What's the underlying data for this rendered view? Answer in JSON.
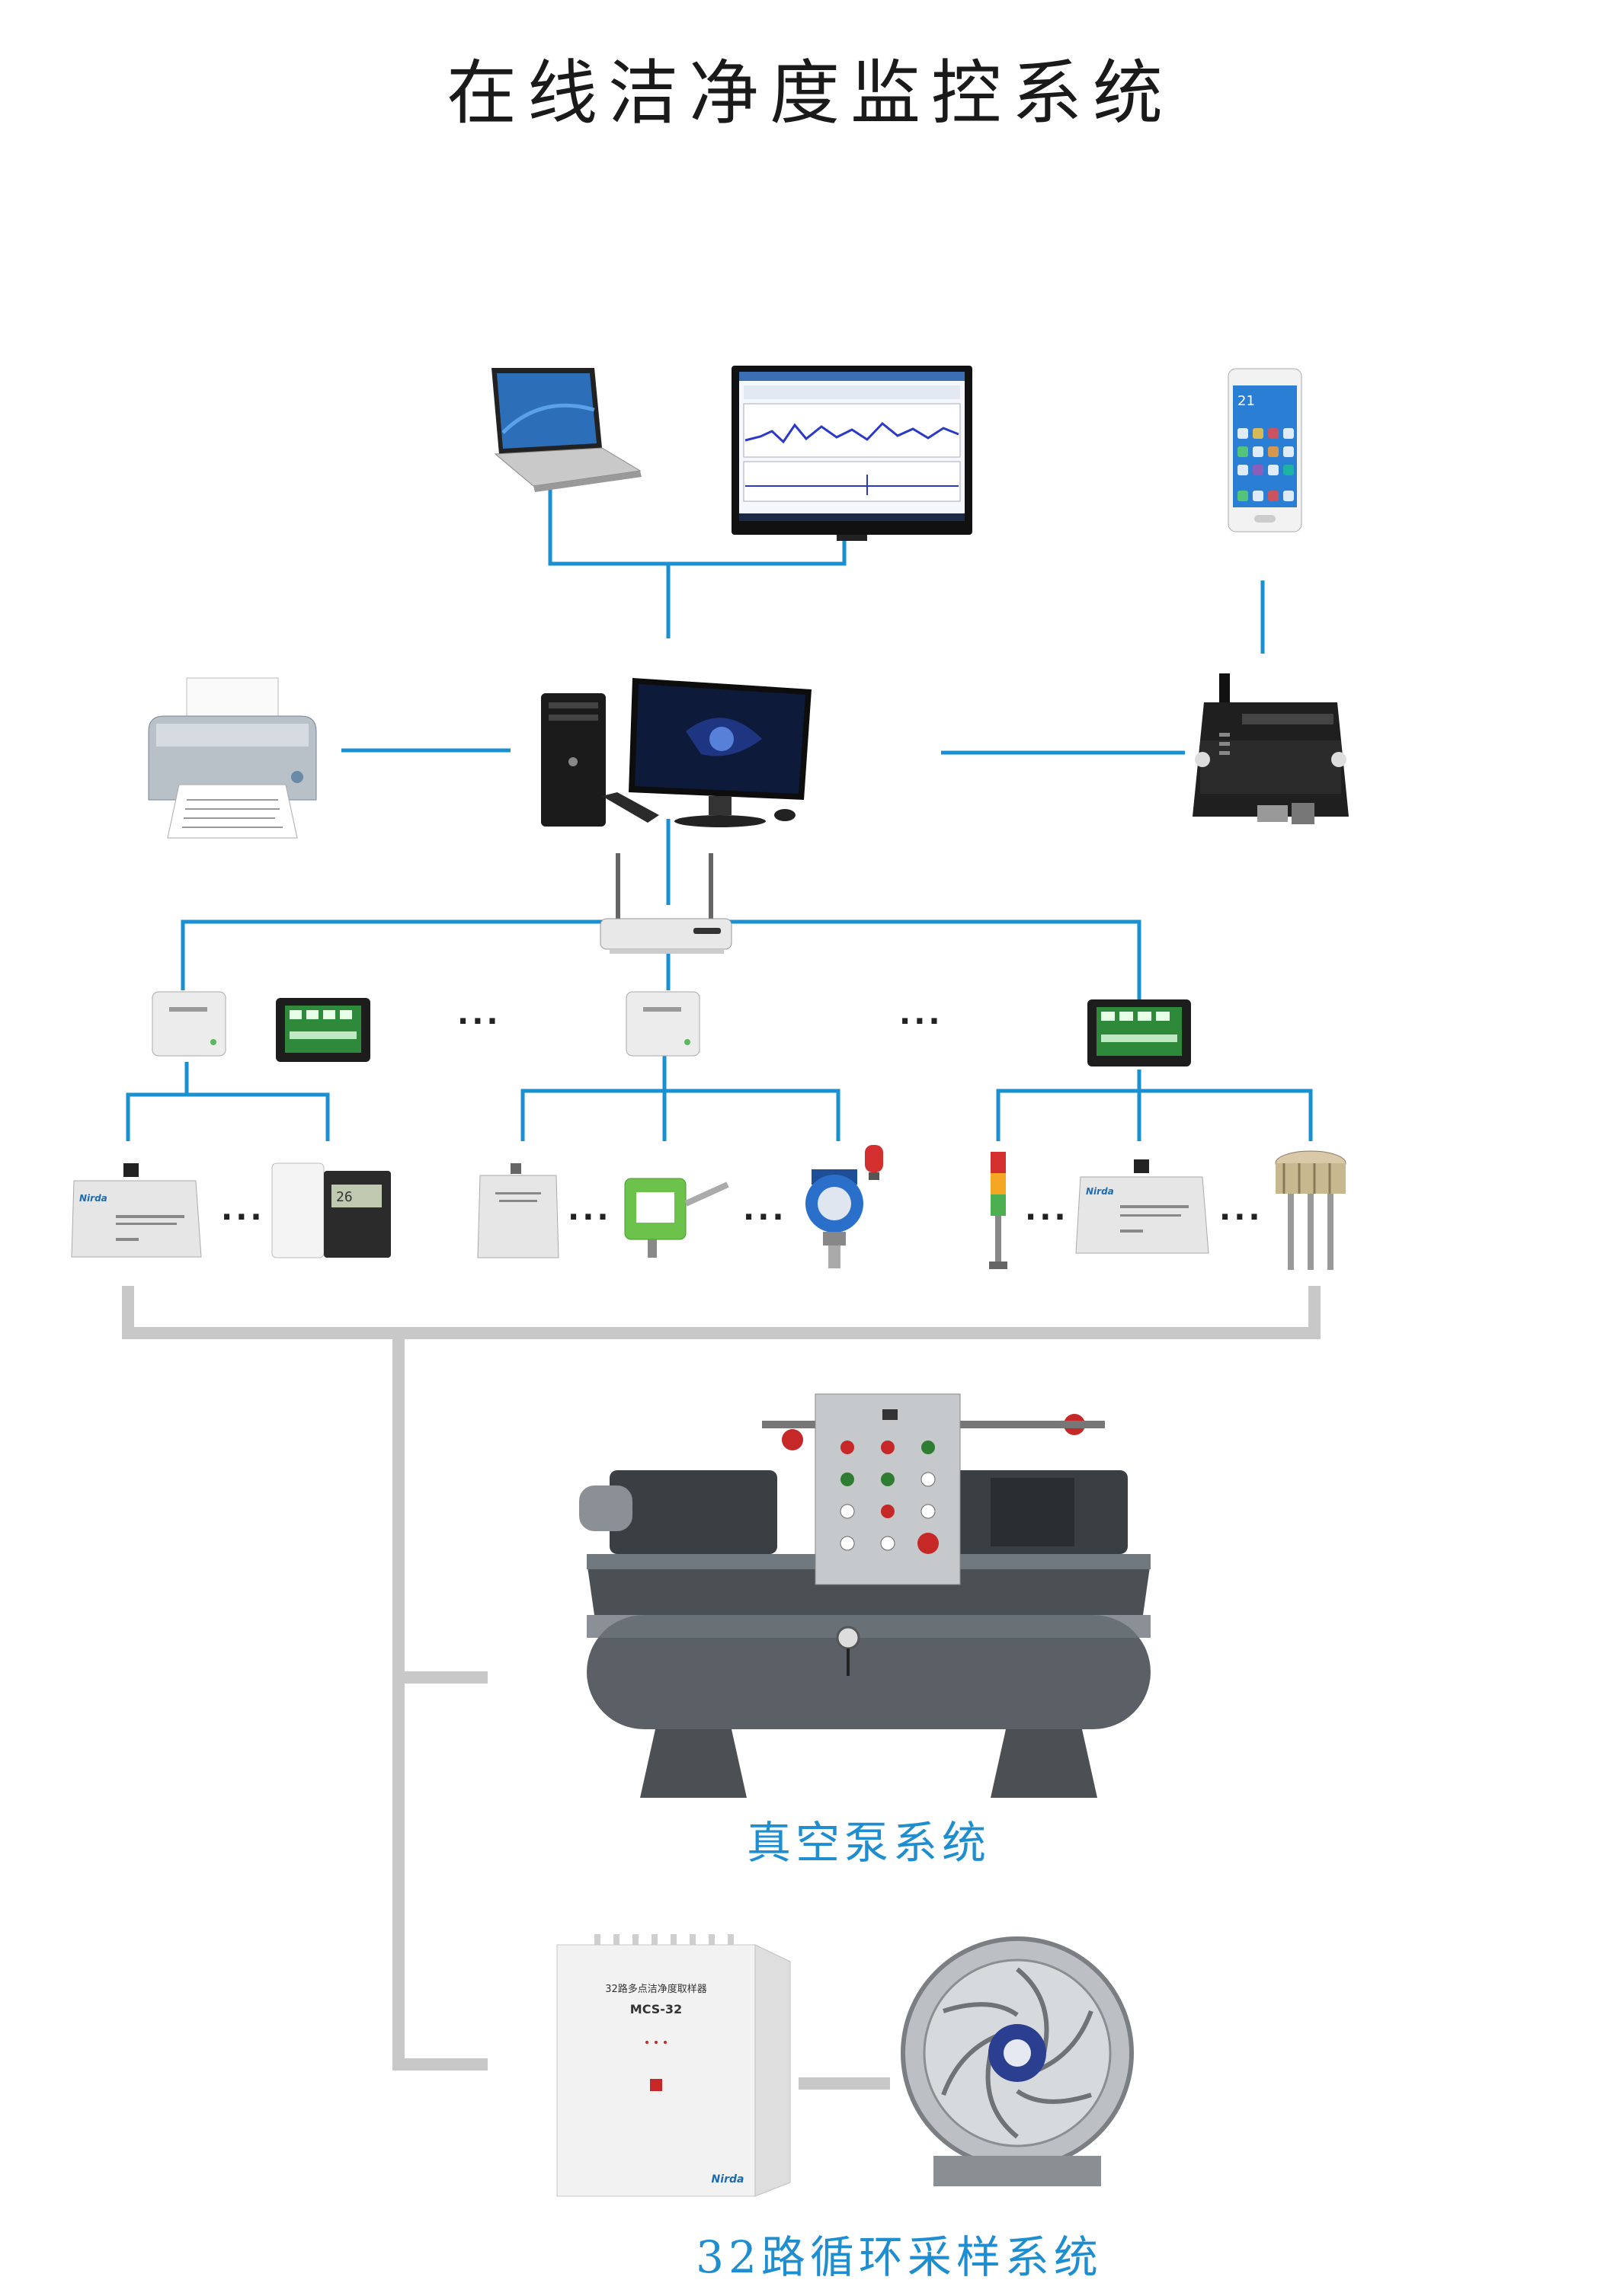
{
  "title": "在线洁净度监控系统",
  "captions": {
    "vacuum_pump_system": "真空泵系统",
    "sampling_system": "32路循环采样系统"
  },
  "ellipsis": "···",
  "device_labels": {
    "sampler_front_title": "32路多点洁净度取样器",
    "sampler_model": "MCS-32",
    "brand_logo": "Nirda"
  },
  "colors": {
    "network_line": "#1a8fd1",
    "pipe_line": "#c8c8c8",
    "caption": "#1e8ed0",
    "title": "#1a1a1a"
  }
}
